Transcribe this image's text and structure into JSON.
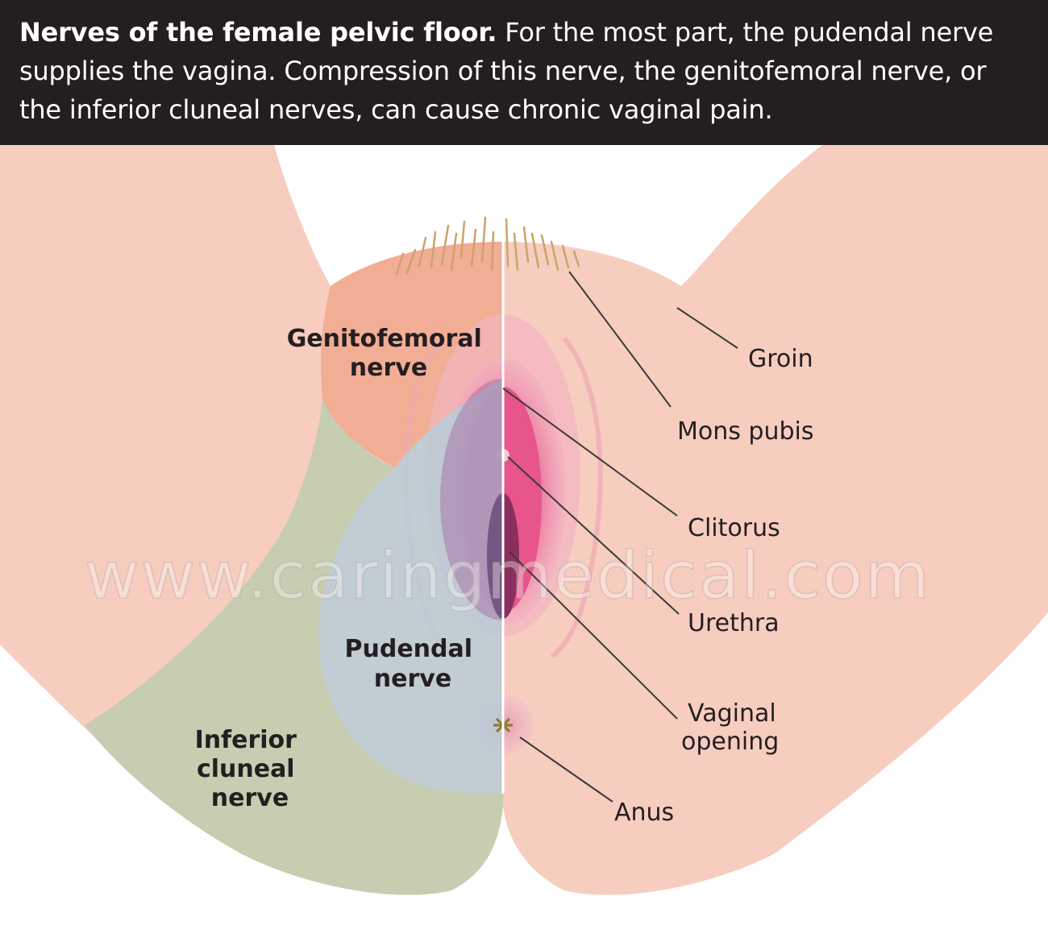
{
  "header": {
    "title": "Nerves of the female pelvic floor.",
    "caption": "For the most part, the pudendal nerve supplies the vagina. Compression of this nerve, the genitofemoral nerve, or the inferior cluneal nerves, can cause chronic vaginal pain."
  },
  "nerve_regions": {
    "genitofemoral": [
      "Genitofemoral",
      "nerve"
    ],
    "pudendal": [
      "Pudendal",
      "nerve"
    ],
    "inferior_cluneal": [
      "Inferior",
      "cluneal",
      "nerve"
    ]
  },
  "anatomy_labels": {
    "groin": "Groin",
    "mons_pubis": "Mons pubis",
    "clitorus": "Clitorus",
    "urethra": "Urethra",
    "vaginal_opening": [
      "Vaginal",
      "opening"
    ],
    "anus": "Anus"
  },
  "watermark": "www.caringmedical.com",
  "colors": {
    "skin": "#f7cdbf",
    "genitofemoral": "#f2ad95",
    "pudendal": "#b9ccd6",
    "inferior_cluneal": "#c6cdb0",
    "header_bg": "#231f20"
  }
}
